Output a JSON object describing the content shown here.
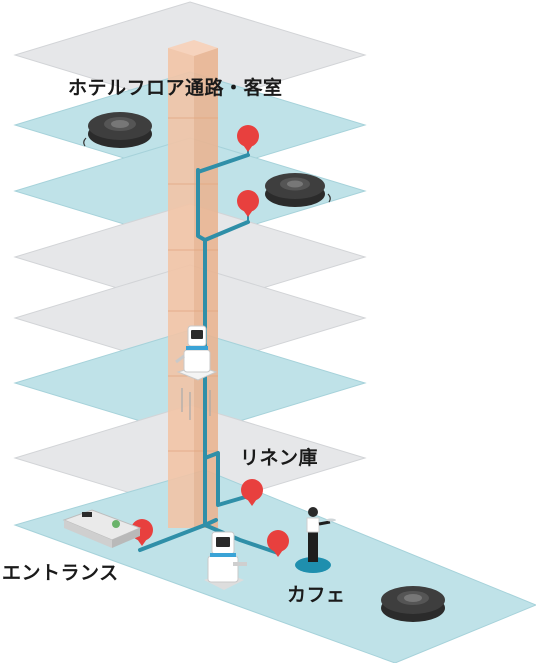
{
  "labels": {
    "hotel_floor": "ホテルフロア通路・客室",
    "linen_room": "リネン庫",
    "entrance": "エントランス",
    "cafe": "カフェ"
  },
  "colors": {
    "gray_floor": "#e6e7e9",
    "gray_floor_edge": "#d2d4d7",
    "blue_floor": "#bfe2e8",
    "blue_floor_edge": "#a6d2da",
    "shaft": "#f2c4a6",
    "shaft_dark": "#e3a782",
    "route": "#2f8fa8",
    "pin": "#e8403e",
    "robot_body": "#ffffff",
    "robot_accent": "#3aa3d6",
    "vacuum": "#3a3a3a",
    "staff_circle": "#1f8fae"
  },
  "icons": [
    "map-pin-icon",
    "robot-vacuum-icon",
    "delivery-robot-icon",
    "waiter-icon",
    "reception-counter-icon"
  ]
}
